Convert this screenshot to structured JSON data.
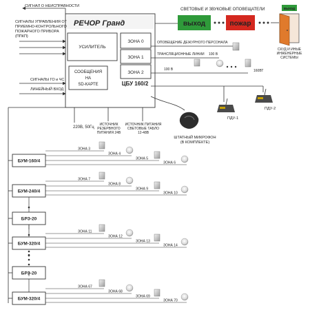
{
  "brand": {
    "logo_text": "РЕЧОР Гранд"
  },
  "cbu": {
    "amplifier": "УСИЛИТЕЛЬ",
    "messages": [
      "СООБЩЕНИЯ",
      "НА",
      "SD-КАРТЕ"
    ],
    "zones": [
      "ЗОНА 0",
      "ЗОНА 1",
      "ЗОНА 2"
    ],
    "model": "ЦБУ 160/2"
  },
  "inputs": {
    "fault_signal": "СИГНАЛ О НЕИСПРАВНОСТИ",
    "control_signals": [
      "СИГНАЛЫ УПРАВЛЕНИЯ ОТ",
      "ПРИЕМНО-КОНТРОЛЬНОГО",
      "ПОЖАРНОГО ПРИБОРА",
      "(ППКП)"
    ],
    "go_chs": "СИГНАЛЫ ГО и ЧС",
    "line_in": "ЛИНЕЙНЫЙ ВХОД"
  },
  "power": {
    "mains": "220В, 50Гц",
    "backup": [
      "ИСТОЧНИК",
      "РЕЗЕРВНОГО",
      "ПИТАНИЯ 24В"
    ],
    "light_board": [
      "ИСТОЧНИК ПИТАНИЯ",
      "СВЕТОВЫЕ ТАБЛО",
      "12-48В"
    ]
  },
  "announcers": {
    "title": "СВЕТОВЫЕ И ЗВУКОВЫЕ ОПОВЕЩАТЕЛИ",
    "exit_sign": "выход",
    "fire_sign": "пожар",
    "door_sign": "выход",
    "door_caption": [
      "СКУД И ИНЫЕ",
      "ИНЖЕНЕРНЫЕ",
      "СИСТЕМЫ"
    ]
  },
  "zone0": {
    "staff_alert": "ОПОВЕЩЕНИЕ ДЕЖУРНОГО ПЕРСОНАЛА",
    "broadcast": "ТРАНСЛЯЦИОННЫЕ ЛИНИИ",
    "v100_a": "100 В",
    "v100_b": "100 В",
    "w160": "160ВТ"
  },
  "consoles": {
    "pdu1": "ПДУ-1",
    "pdu2": "ПДУ-2",
    "microphone": [
      "ШТАТНЫЙ МИКРОФОН",
      "(В КОМПЛЕКТЕ)"
    ]
  },
  "modules": [
    {
      "label": "БУМ-160/4",
      "zones": [
        "ЗОНА 3",
        "ЗОНА 4",
        "ЗОНА 5",
        "ЗОНА 6"
      ]
    },
    {
      "label": "БУМ-240/4",
      "zones": [
        "ЗОНА 7",
        "ЗОНА 8",
        "ЗОНА 9",
        "ЗОНА 10"
      ]
    },
    {
      "label": "БРЗ-20",
      "zones": []
    },
    {
      "label": "БУМ-320/4",
      "zones": [
        "ЗОНА 11",
        "ЗОНА 12",
        "ЗОНА 13",
        "ЗОНА 14"
      ]
    },
    {
      "label": "БРЗ-20",
      "zones": []
    },
    {
      "label": "БУМ-320/4",
      "zones": [
        "ЗОНА 67",
        "ЗОНА 68",
        "ЗОНА 69",
        "ЗОНА 70"
      ]
    }
  ],
  "colors": {
    "exit_green": "#2f9a3a",
    "fire_red": "#d4281f",
    "door_orange": "#e07a2c",
    "line": "#333333"
  }
}
